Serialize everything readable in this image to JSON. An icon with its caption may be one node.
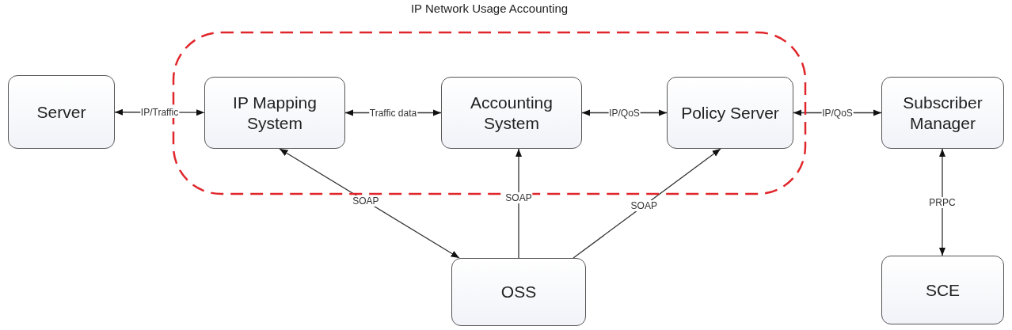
{
  "diagram": {
    "nodes": [
      {
        "text": [
          "Server"
        ]
      },
      {
        "text": [
          "IP Network Usage Accounting"
        ]
      },
      {
        "text": [
          "IP Mapping System"
        ],
        "in": 1
      },
      {
        "text": [
          "Accounting System"
        ],
        "in": 1
      },
      {
        "text": [
          "Policy Server"
        ],
        "in": 1
      },
      {
        "text": [
          "Subscriber Manager"
        ]
      },
      {
        "text": [
          "OSS"
        ]
      },
      {
        "text": [
          "SCE"
        ]
      }
    ],
    "edges": [
      {
        "from": 0,
        "to": 2,
        "arrow": "both",
        "label": "IP/Traffic"
      },
      {
        "from": 2,
        "to": 3,
        "arrow": "both",
        "label": "Traffic data"
      },
      {
        "from": 3,
        "to": 4,
        "arrow": "both",
        "label": "IP/QoS"
      },
      {
        "from": 4,
        "to": 5,
        "arrow": "both",
        "label": "IP/QoS"
      },
      {
        "from": 6,
        "to": 2,
        "arrow": "both",
        "label": "SOAP"
      },
      {
        "from": 6,
        "to": 3,
        "arrow": "to",
        "label": "SOAP"
      },
      {
        "from": 6,
        "to": 4,
        "arrow": "to",
        "label": "SOAP"
      },
      {
        "from": 5,
        "to": 7,
        "arrow": "both",
        "label": "PRPC"
      }
    ]
  }
}
